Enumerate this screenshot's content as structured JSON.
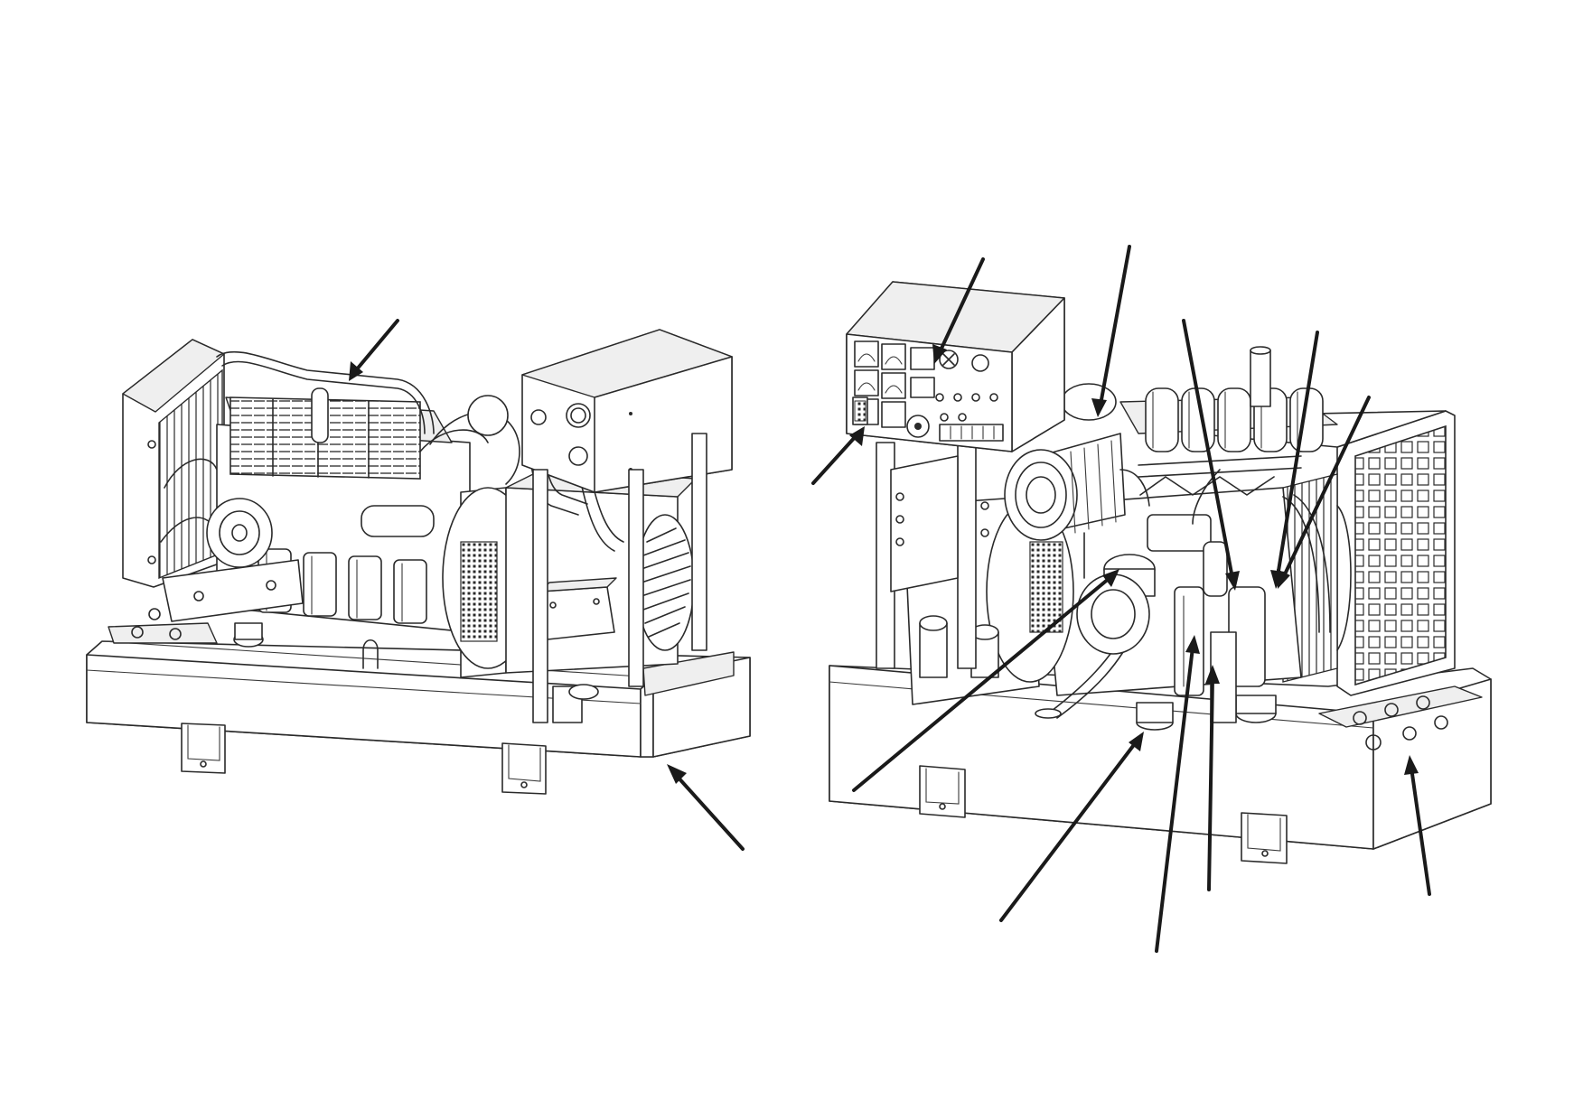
{
  "colors": {
    "line": "#2a2a2a",
    "arrow": "#1a1a1a",
    "background": "#ffffff"
  },
  "views": [
    {
      "view": "left",
      "callout_arrows": 2
    },
    {
      "view": "right",
      "callout_arrows": 11
    }
  ]
}
